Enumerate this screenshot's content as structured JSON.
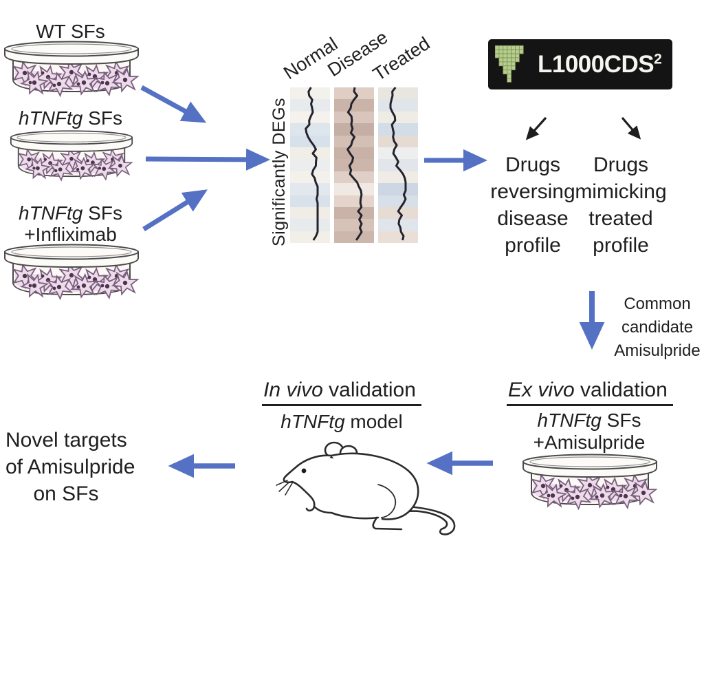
{
  "colors": {
    "arrow_blue": "#5571c4",
    "text": "#1f1f1f",
    "logo_bg": "#141414",
    "logo_green": "#b7cd8f",
    "dish_medium": "#eedfed",
    "trace": "#23232e"
  },
  "left_column": {
    "dish1_label": "WT SFs",
    "dish2_label": {
      "italic": "hTNFtg",
      "rest": " SFs"
    },
    "dish3_label": {
      "italic": "hTNFtg",
      "rest": " SFs",
      "line2": "+Infliximab"
    }
  },
  "heatmap": {
    "ylabel": "Significantly DEGs",
    "columns": [
      {
        "label": "Normal",
        "seed": 7,
        "bands": [
          "#f3f1ec",
          "#e7ebee",
          "#f5f2ee",
          "#dde5ed",
          "#d7e1eb",
          "#f1eee8",
          "#ebedee",
          "#f4f1ea",
          "#e2e8ee",
          "#d9e2ea",
          "#f0ede7",
          "#e8ebed",
          "#f2efe9"
        ]
      },
      {
        "label": "Disease",
        "seed": 13,
        "bands": [
          "#e0cdc3",
          "#cab3a8",
          "#d9c5bb",
          "#c5aea3",
          "#d3bfb4",
          "#c8b1a6",
          "#ccb6ab",
          "#dfcfc6",
          "#f0e9e3",
          "#e4d4cb",
          "#c9b2a7",
          "#d6c2b7",
          "#cdb7ac"
        ]
      },
      {
        "label": "Treated",
        "seed": 29,
        "bands": [
          "#e9e6e0",
          "#e0e5ea",
          "#efebe5",
          "#d3dde8",
          "#e6dbd3",
          "#edeeee",
          "#e2e6ea",
          "#efece6",
          "#ccd7e3",
          "#d7dfe8",
          "#e7dcd4",
          "#dfe5eb",
          "#eadfd7"
        ]
      }
    ]
  },
  "logo": {
    "text": "L1000CDS",
    "sup": "2",
    "icon": "funnel-pixel-icon"
  },
  "drug_outputs": {
    "reversing": {
      "lines": [
        "Drugs",
        "reversing",
        "disease",
        "profile"
      ]
    },
    "mimicking": {
      "lines": [
        "Drugs",
        "mimicking",
        "treated",
        "profile"
      ]
    }
  },
  "common_candidate": {
    "lines": [
      "Common",
      "candidate",
      "Amisulpride"
    ]
  },
  "ex_vivo": {
    "title_italic": "Ex vivo",
    "title_rest": " validation",
    "line1_italic": "hTNFtg",
    "line1_rest": " SFs",
    "line2": "+Amisulpride"
  },
  "in_vivo": {
    "title_italic": "In vivo",
    "title_rest": " validation",
    "line1_italic": "hTNFtg",
    "line1_rest": " model"
  },
  "novel_targets": {
    "lines": [
      "Novel targets",
      "of Amisulpride",
      "on SFs"
    ]
  }
}
